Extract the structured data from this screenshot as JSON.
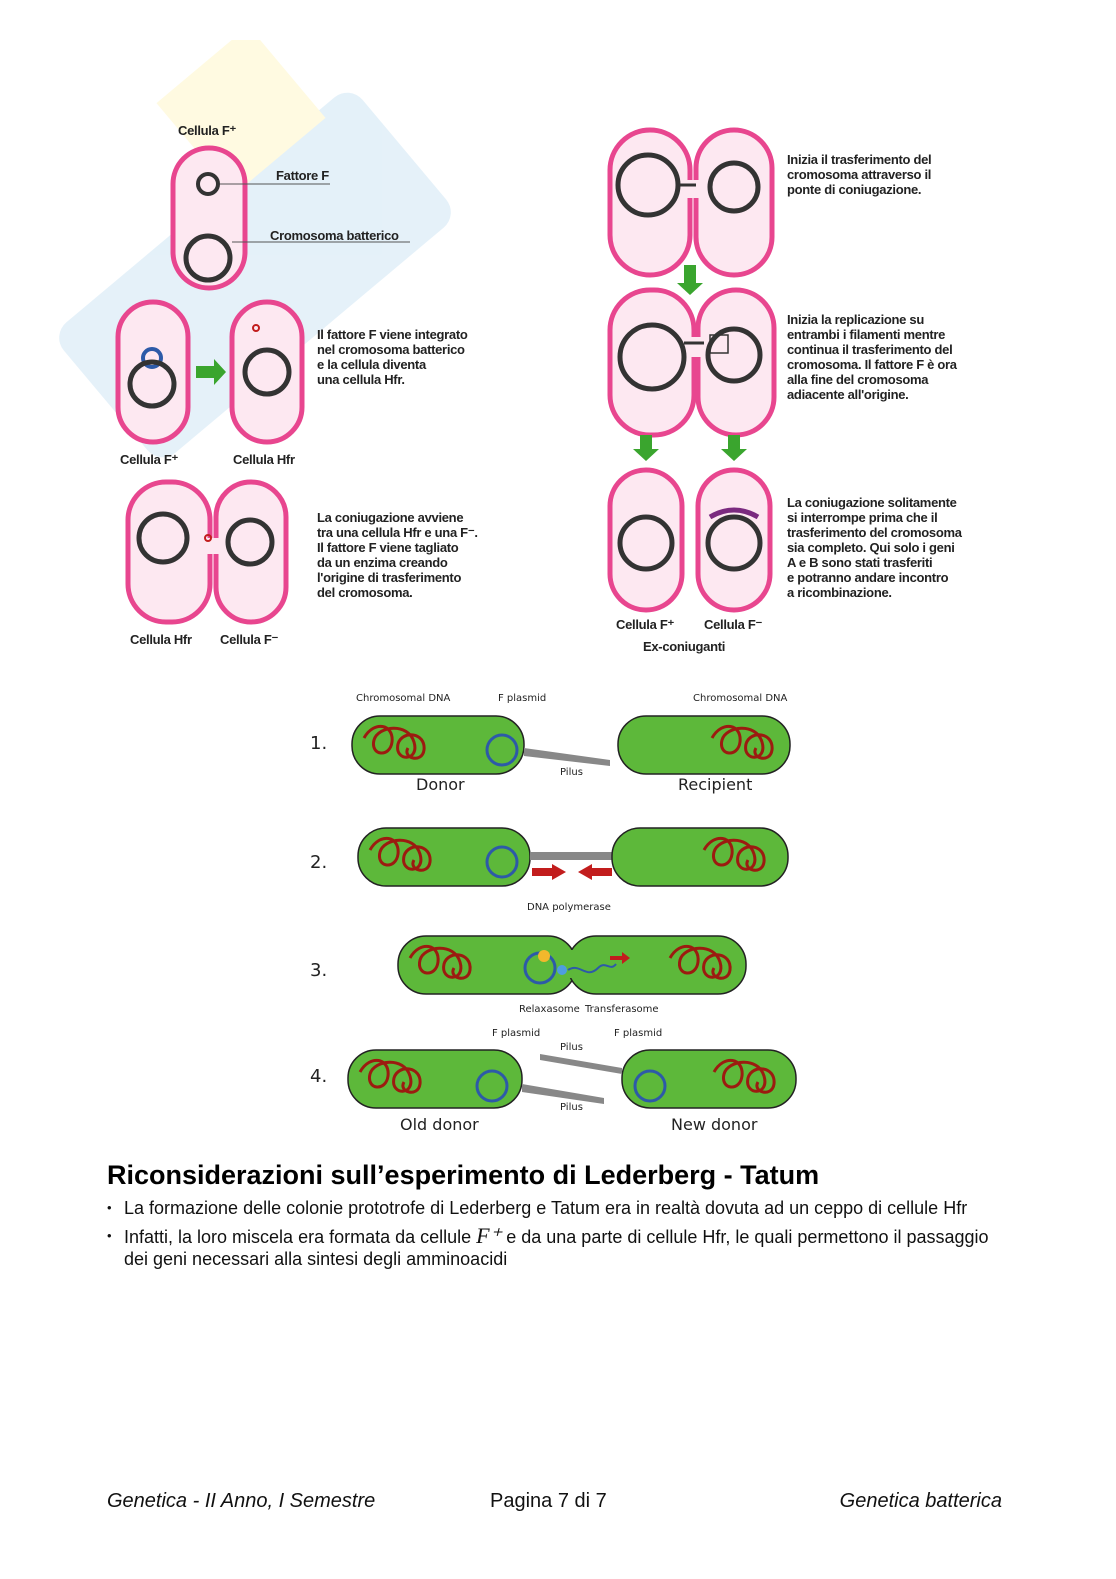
{
  "figure_top": {
    "f_plus_label": "Cellula F⁺",
    "fattore_f": "Fattore F",
    "cromosoma": "Cromosoma batterico",
    "integration_text": "Il fattore F viene integrato\nnel cromosoma batterico\ne la cellula diventa\nuna cellula Hfr.",
    "cell_f_plus_2": "Cellula F⁺",
    "cell_hfr": "Cellula Hfr",
    "conjugation_text": "La coniugazione avviene\ntra una cellula Hfr e una F⁻.\nIl fattore F viene tagliato\nda un enzima creando\nl'origine di trasferimento\ndel cromosoma.",
    "cell_hfr_2": "Cellula Hfr",
    "cell_f_minus": "Cellula F⁻",
    "transfer_text": "Inizia il trasferimento del\ncromosoma attraverso il\nponte di coniugazione.",
    "replication_text": "Inizia la replicazione su\nentrambi i filamenti mentre\ncontinua il trasferimento del\ncromosoma. Il fattore F è ora\nalla fine del cromosoma\nadiacente all'origine.",
    "interrupt_text": "La coniugazione solitamente\nsi interrompe prima che il\ntrasferimento del cromosoma\nsia completo. Qui solo i geni\nA e B sono stati trasferiti\ne potranno andare incontro\na ricombinazione.",
    "ex_f_plus": "Cellula F⁺",
    "ex_f_minus": "Cellula F⁻",
    "ex_coniuganti": "Ex-coniuganti"
  },
  "figure_bottom": {
    "step1": "1.",
    "step2": "2.",
    "step3": "3.",
    "step4": "4.",
    "chromosomal_dna": "Chromosomal DNA",
    "f_plasmid": "F plasmid",
    "chromosomal_dna_2": "Chromosomal DNA",
    "pilus": "Pilus",
    "donor": "Donor",
    "recipient": "Recipient",
    "dna_polymerase": "DNA polymerase",
    "relaxasome": "Relaxasome",
    "transferasome": "Transferasome",
    "f_plasmid_a": "F plasmid",
    "f_plasmid_b": "F plasmid",
    "pilus_a": "Pilus",
    "pilus_b": "Pilus",
    "old_donor": "Old donor",
    "new_donor": "New donor"
  },
  "section": {
    "title": "Riconsiderazioni sull’esperimento di Lederberg - Tatum",
    "bullet1": "La formazione delle colonie prototrofe di Lederberg e Tatum era in realtà dovuta ad un ceppo di cellule Hfr",
    "bullet2_pre": "Infatti, la loro miscela era formata da cellule ",
    "bullet2_math": "F⁺",
    "bullet2_post": " e da una parte di cellule Hfr, le quali permettono il passaggio dei geni necessari alla sintesi degli amminoacidi"
  },
  "footer": {
    "left": "Genetica - II Anno, I Semestre",
    "center": "Pagina 7 di 7",
    "right": "Genetica batterica"
  },
  "colors": {
    "cell_pink": "#e8468f",
    "cell_fill": "#fde8f1",
    "bacterium_green": "#5db83a",
    "dna_red": "#9c1b10",
    "plasmid_blue": "#2d5aa8",
    "arrow_green": "#3aa52e",
    "arrow_red": "#c21d1d"
  }
}
